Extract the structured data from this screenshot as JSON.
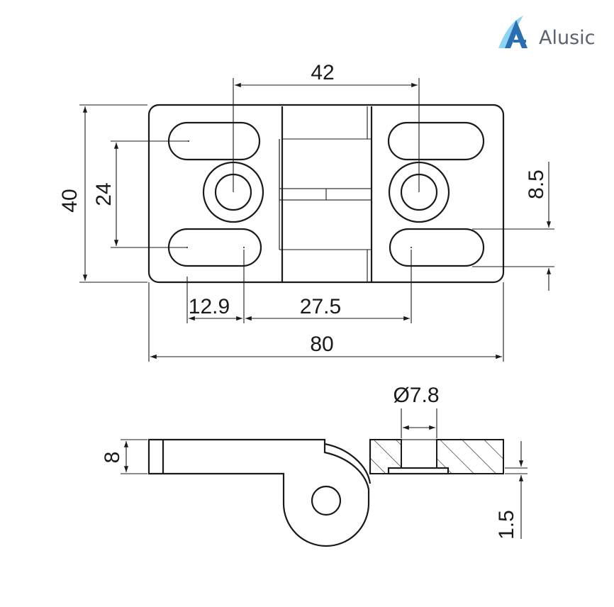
{
  "brand": {
    "name": "Alusic",
    "colors": {
      "logo_light": "#8fd3f2",
      "logo_dark": "#2a6fb0",
      "text": "#5a6470"
    }
  },
  "dimensions": {
    "hole_spacing": "42",
    "total_height": "40",
    "slot_spacing": "24",
    "slot_offset": "8.5",
    "slot_edge": "12.9",
    "slot_pitch": "27.5",
    "total_width": "80",
    "bore_diameter": "Ø7.8",
    "thickness": "8",
    "recess_depth": "1.5"
  }
}
